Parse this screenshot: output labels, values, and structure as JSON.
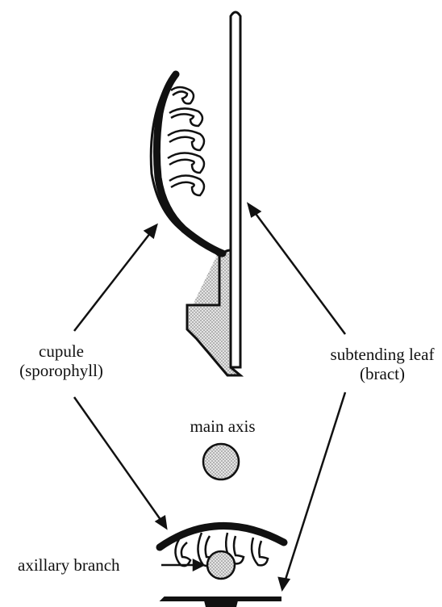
{
  "labels": {
    "cupule_line1": "cupule",
    "cupule_line2": "(sporophyll)",
    "subtending_line1": "subtending leaf",
    "subtending_line2": "(bract)",
    "main_axis": "main axis",
    "axillary_branch": "axillary branch"
  },
  "colors": {
    "ink": "#111111",
    "stipple": "#c8c8c8",
    "background": "#ffffff"
  }
}
